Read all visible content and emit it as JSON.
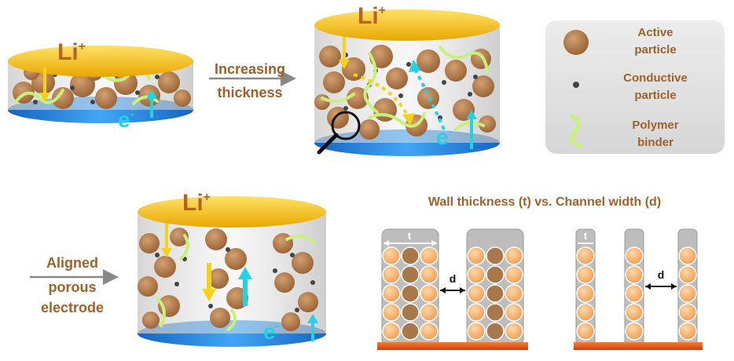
{
  "labels": {
    "li_plus": "Li",
    "li_plus_sup": "+",
    "e_minus": "e",
    "e_minus_sup": "-",
    "increasing_line1": "Increasing",
    "increasing_line2": "thickness",
    "aligned_line1": "Aligned",
    "aligned_line2": "porous",
    "aligned_line3": "electrode",
    "wall_title": "Wall thickness (t) vs. Channel width (d)",
    "t": "t",
    "d": "d"
  },
  "legend": {
    "active_line1": "Active",
    "active_line2": "particle",
    "conductive_line1": "Conductive",
    "conductive_line2": "particle",
    "binder_line1": "Polymer",
    "binder_line2": "binder"
  },
  "colors": {
    "gold": "#f5c518",
    "li_text": "#b5651d",
    "label_brown": "#a0602a",
    "cyan": "#22d3e6",
    "blue_base": "#1e88d8",
    "particle": "#b07a4a",
    "particle_light": "#f2b06a",
    "binder": "#c8f07a",
    "dot": "#444444",
    "arrow_yellow": "#f5d21a",
    "orange_base": "#e8561a"
  }
}
